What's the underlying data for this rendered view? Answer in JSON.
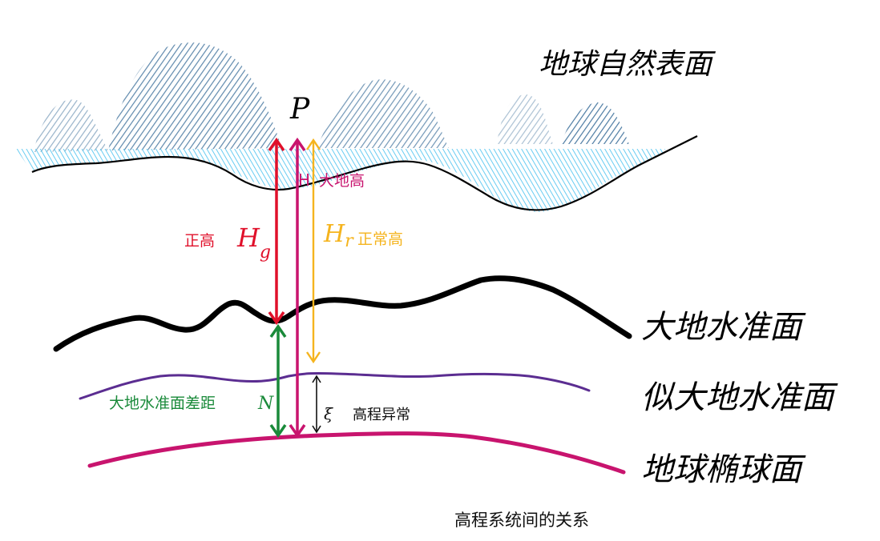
{
  "diagram": {
    "point_label": "P",
    "surfaces": {
      "earth_surface": "地球自然表面",
      "geoid": "大地水准面",
      "quasigeoid": "似大地水准面",
      "ellipsoid": "地球椭球面"
    },
    "heights": {
      "orthometric": {
        "symbol": "H",
        "subscript": "g",
        "label": "正高"
      },
      "geodetic": {
        "symbol": "H",
        "label": "大地高"
      },
      "normal": {
        "symbol": "H",
        "subscript": "r",
        "label": "正常高"
      },
      "geoid_undulation": {
        "symbol": "N",
        "label": "大地水准面差距"
      },
      "height_anomaly": {
        "symbol": "ξ",
        "label": "高程异常"
      }
    },
    "caption": "高程系统间的关系"
  },
  "colors": {
    "mountain_blue": "#1f5a8c",
    "water_blue": "#4fc3f0",
    "geoid_black": "#000000",
    "quasigeoid_purple": "#5b2d91",
    "ellipsoid_magenta": "#c8146e",
    "orthometric_red": "#e0102a",
    "geodetic_magenta": "#c8146e",
    "normal_orange": "#f5b41e",
    "undulation_green": "#1a8a3a",
    "anomaly_black": "#111111"
  }
}
